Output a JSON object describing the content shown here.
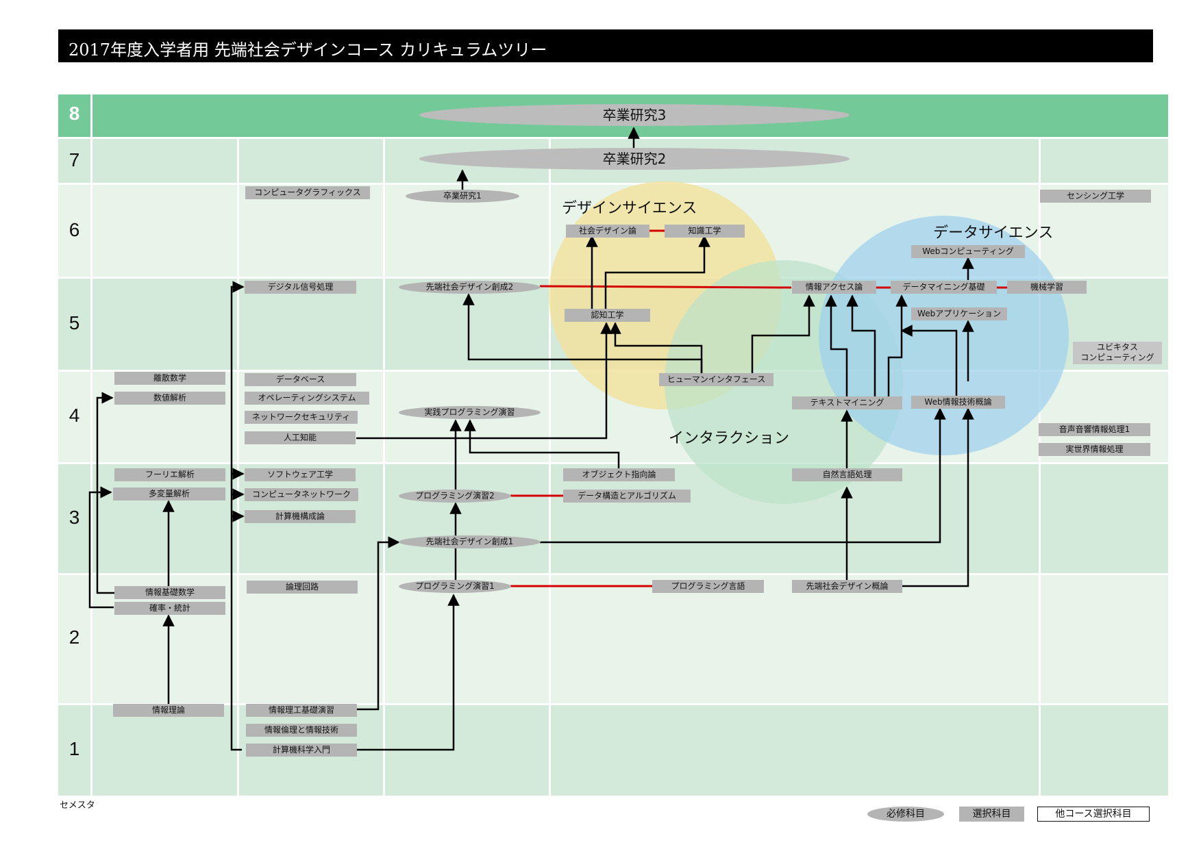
{
  "title": "2017年度入学者用 先端社会デザインコース カリキュラムツリー",
  "colors": {
    "band8": "#74c998",
    "band_light": "#e8f4ea",
    "band_dark": "#d3eadb",
    "design_science": "#f1e4a4",
    "interaction": "#c3e5cc",
    "data_science": "#a6d5ea",
    "course_box": "#b4b4b4",
    "red_link": "#d40000"
  },
  "semesters": [
    "1",
    "2",
    "3",
    "4",
    "5",
    "6",
    "7",
    "8"
  ],
  "areas": {
    "design_science": "デザインサイエンス",
    "data_science": "データサイエンス",
    "interaction": "インタラクション"
  },
  "courses": {
    "sotsuken3": "卒業研究3",
    "sotsuken2": "卒業研究2",
    "sotsuken1": "卒業研究1",
    "cg": "コンピュータグラフィックス",
    "sensing": "センシング工学",
    "shakai_design": "社会デザイン論",
    "chishiki": "知識工学",
    "web_computing": "Webコンピューティング",
    "digital_signal": "デジタル信号処理",
    "sentan_sosei2": "先端社会デザイン創成2",
    "info_access": "情報アクセス論",
    "data_mining": "データマイニング基礎",
    "machine_learning": "機械学習",
    "ninchi": "認知工学",
    "web_app": "Webアプリケーション",
    "ubiquitous": "ユビキタス\nコンピューティング",
    "hci": "ヒューマンインタフェース",
    "risan": "離散数学",
    "database": "データベース",
    "suuchi": "数値解析",
    "os": "オペレーティングシステム",
    "text_mining": "テキストマイニング",
    "web_joho": "Web情報技術概論",
    "net_security": "ネットワークセキュリティ",
    "jissen_prog": "実践プログラミング演習",
    "ai": "人工知能",
    "onsei": "音声音響情報処理1",
    "jitsusekai": "実世界情報処理",
    "fourier": "フーリエ解析",
    "software": "ソフトウェア工学",
    "object": "オブジェクト指向論",
    "nlp": "自然言語処理",
    "tahenryo": "多変量解析",
    "comp_network": "コンピュータネットワーク",
    "prog2": "プログラミング演習2",
    "data_structure": "データ構造とアルゴリズム",
    "keisanki_kosei": "計算機構成論",
    "sentan_sosei1": "先端社会デザイン創成1",
    "prog1": "プログラミング演習1",
    "prog_lang": "プログラミング言語",
    "sentan_gairon": "先端社会デザイン概論",
    "kiso_math": "情報基礎数学",
    "ronri": "論理回路",
    "kakuritsu": "確率・統計",
    "joho_riron": "情報理論",
    "riko_kiso": "情報理工基礎演習",
    "rinri": "情報倫理と情報技術",
    "keisanki_nyumon": "計算機科学入門"
  },
  "footer": {
    "semester_label": "セメスタ",
    "legend_required": "必修科目",
    "legend_elective": "選択科目",
    "legend_other": "他コース選択科目"
  }
}
